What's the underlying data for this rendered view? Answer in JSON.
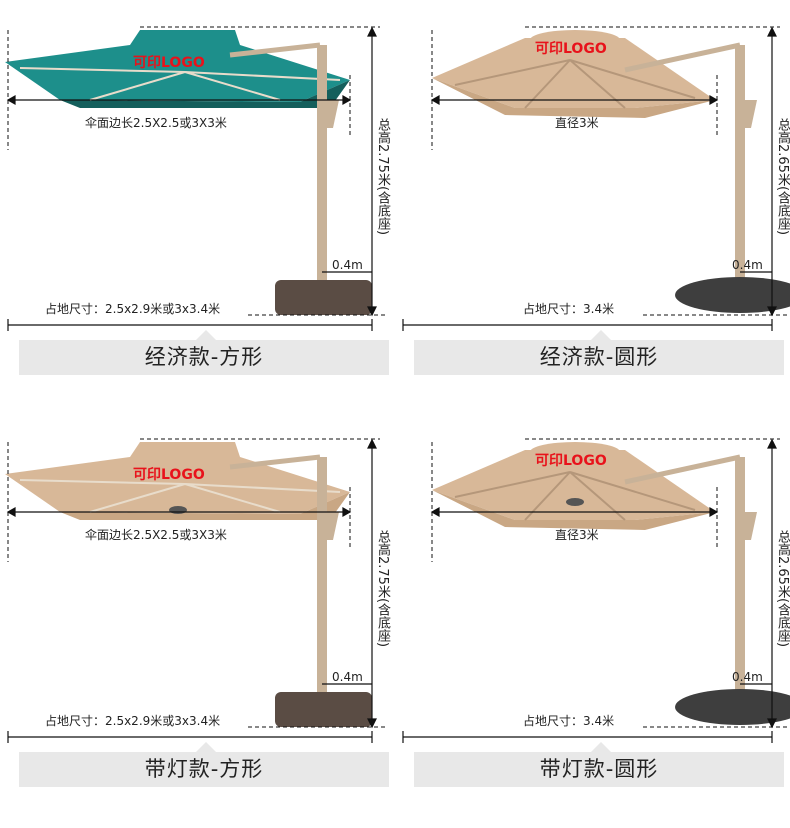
{
  "colors": {
    "teal": "#1d8f8b",
    "beige": "#d8b898",
    "pole": "#c8b298",
    "base": "#4a4440",
    "label_bg": "#e8e8e8",
    "logo": "#e8121b"
  },
  "panels": [
    {
      "shape": "square",
      "canopy": "teal",
      "logo": "可印LOGO",
      "span": "伞面边长2.5X2.5或3X3米",
      "height": "总高2.75米(含底座)",
      "offset": "0.4m",
      "footprint": "占地尺寸：2.5x2.9米或3x3.4米",
      "title": "经济款-方形"
    },
    {
      "shape": "round",
      "canopy": "beige",
      "logo": "可印LOGO",
      "span": "直径3米",
      "height": "总高2.65米(含底座)",
      "offset": "0.4m",
      "footprint": "占地尺寸：3.4米",
      "title": "经济款-圆形"
    },
    {
      "shape": "square",
      "canopy": "beige",
      "logo": "可印LOGO",
      "span": "伞面边长2.5X2.5或3X3米",
      "height": "总高2.75米(含底座)",
      "offset": "0.4m",
      "footprint": "占地尺寸：2.5x2.9米或3x3.4米",
      "title": "带灯款-方形",
      "light": true
    },
    {
      "shape": "round",
      "canopy": "beige",
      "logo": "可印LOGO",
      "span": "直径3米",
      "height": "总高2.65米(含底座)",
      "offset": "0.4m",
      "footprint": "占地尺寸：3.4米",
      "title": "带灯款-圆形",
      "light": true
    }
  ]
}
